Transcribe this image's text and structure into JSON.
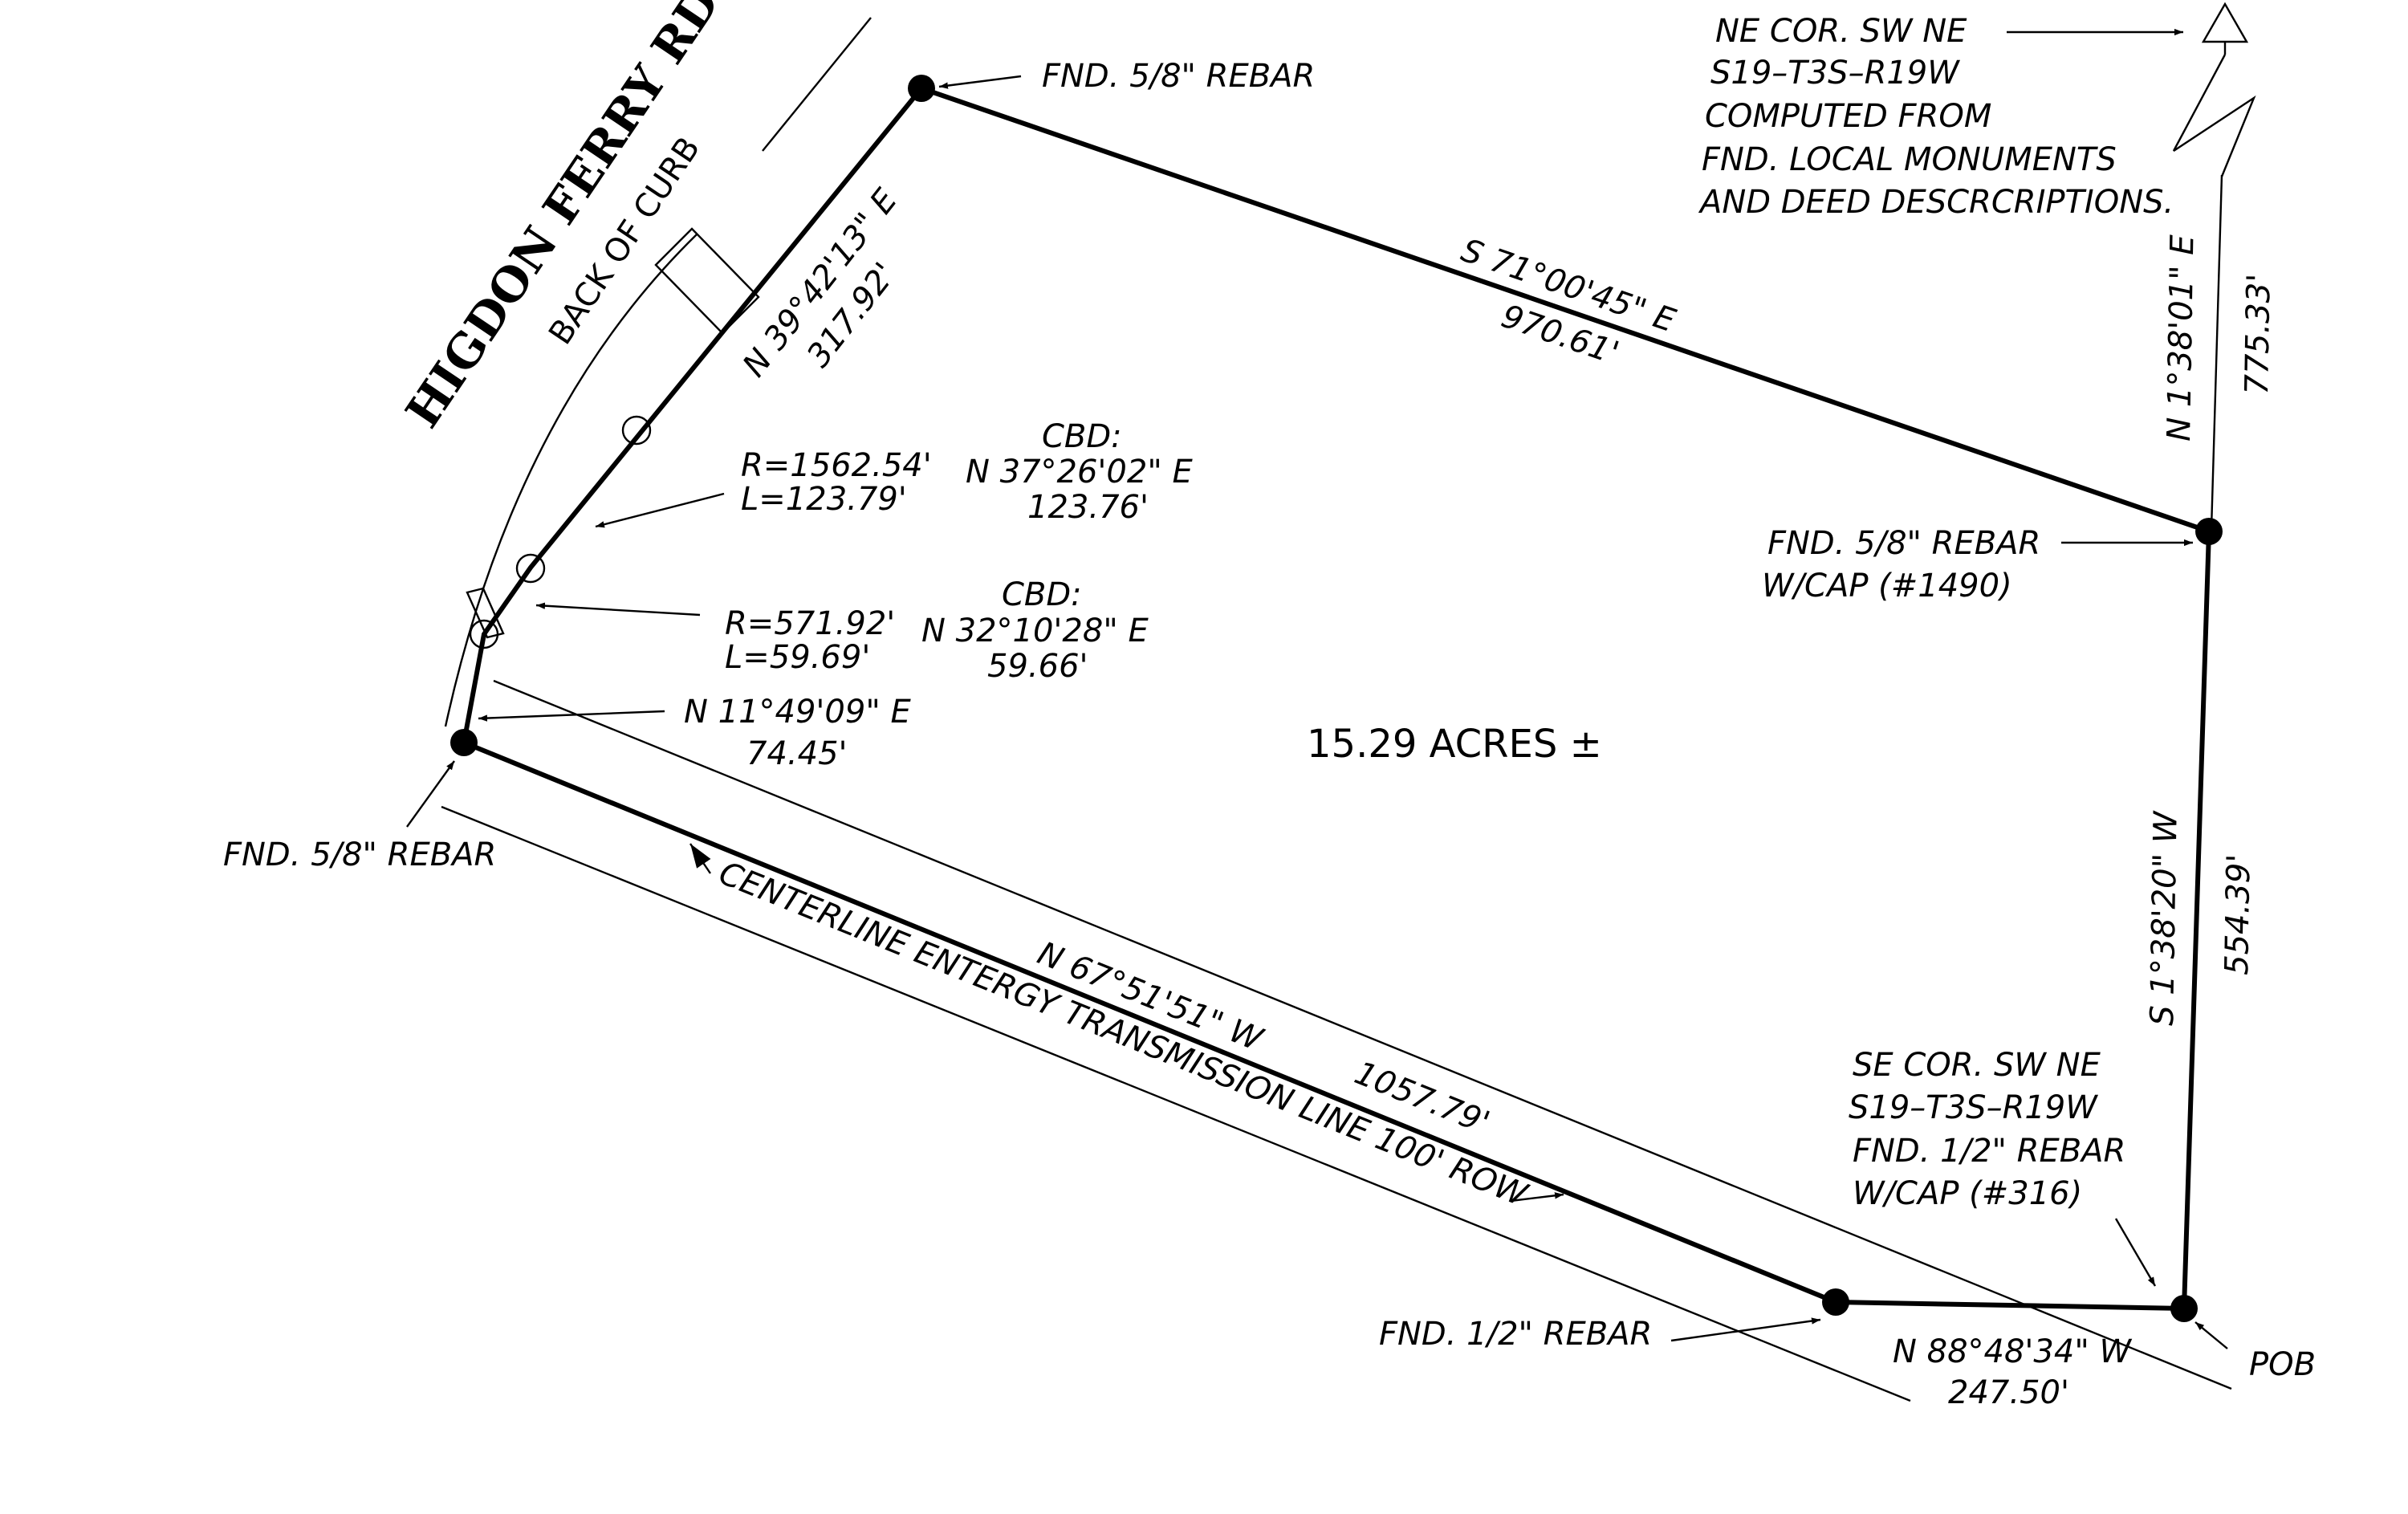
{
  "road": {
    "name": "HIGDON FERRY RD.",
    "curb": "BACK OF CURB"
  },
  "area": "15.29 ACRES ±",
  "north_note": [
    "NE COR. SW NE",
    "S19–T3S–R19W",
    "COMPUTED FROM",
    "FND. LOCAL MONUMENTS",
    "AND DEED DESCRCRIPTIONS."
  ],
  "courses": {
    "north_line": {
      "bearing": "S 71°00'45\" E",
      "distance": "970.61'"
    },
    "east_north": {
      "bearing": "N 1°38'01\" E",
      "distance": "775.33'"
    },
    "east_south": {
      "bearing": "S 1°38'20\" W",
      "distance": "554.39'"
    },
    "south_short": {
      "bearing": "N 88°48'34\" W",
      "distance": "247.50'"
    },
    "south_long": {
      "bearing": "N 67°51'51\" W",
      "distance": "1057.79'"
    },
    "west_short": {
      "bearing": "N 11°49'09\" E",
      "distance": "74.45'"
    },
    "west_long": {
      "bearing": "N 39°42'13\" E",
      "distance": "317.92'"
    }
  },
  "curves": {
    "curve1": {
      "radius": "R=1562.54'",
      "length": "L=123.79'",
      "cbd_label": "CBD:",
      "cbd_bearing": "N 37°26'02\" E",
      "cbd_distance": "123.76'"
    },
    "curve2": {
      "radius": "R=571.92'",
      "length": "L=59.69'",
      "cbd_label": "CBD:",
      "cbd_bearing": "N 32°10'28\" E",
      "cbd_distance": "59.66'"
    }
  },
  "monuments": {
    "nw": "FND. 5/8\" REBAR",
    "ne_line1": "FND. 5/8\" REBAR",
    "ne_line2": "W/CAP (#1490)",
    "west": "FND. 5/8\" REBAR",
    "south": "FND. 1/2\" REBAR",
    "se_lines": [
      "SE COR. SW NE",
      "S19–T3S–R19W",
      "FND. 1/2\" REBAR",
      "W/CAP (#316)"
    ],
    "pob": "POB"
  },
  "transmission_line": "CENTERLINE ENTERGY TRANSMISSION LINE 100' ROW"
}
